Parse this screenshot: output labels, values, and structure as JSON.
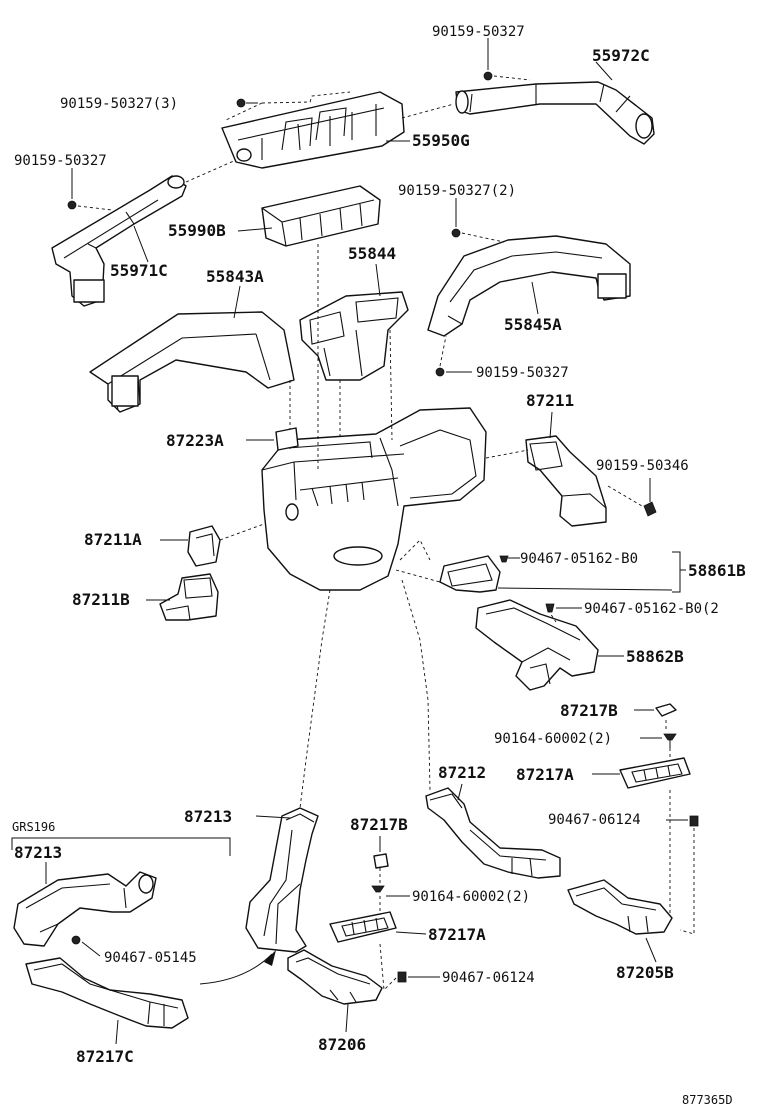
{
  "diagram_id": "877365D",
  "group_label": "GRS196",
  "labels": {
    "p55972C": "55972C",
    "b90159_50327_top": "90159-50327",
    "b90159_50327_3": "90159-50327(3)",
    "p55950G": "55950G",
    "b90159_50327_left": "90159-50327",
    "p55971C": "55971C",
    "p55990B": "55990B",
    "b90159_50327_2": "90159-50327(2)",
    "p55844": "55844",
    "p55843A": "55843A",
    "p55845A": "55845A",
    "b90159_50327_mid": "90159-50327",
    "p87211": "87211",
    "p87223A": "87223A",
    "b90159_50346": "90159-50346",
    "p87211A": "87211A",
    "p87211B": "87211B",
    "b90467_05162_B0": "90467-05162-B0",
    "p58861B": "58861B",
    "b90467_05162_B0_2": "90467-05162-B0(2",
    "p58862B": "58862B",
    "p87217B_right": "87217B",
    "b90164_60002_2_right": "90164-60002(2)",
    "p87212": "87212",
    "p87217A_right": "87217A",
    "p87213": "87213",
    "p87217B_mid": "87217B",
    "b90467_06124_right": "90467-06124",
    "p87213_group": "87213",
    "b90467_05145": "90467-05145",
    "b90164_60002_2_mid": "90164-60002(2)",
    "p87217A_mid": "87217A",
    "b90467_06124_mid": "90467-06124",
    "p87205B": "87205B",
    "p87217C": "87217C",
    "p87206": "87206"
  }
}
